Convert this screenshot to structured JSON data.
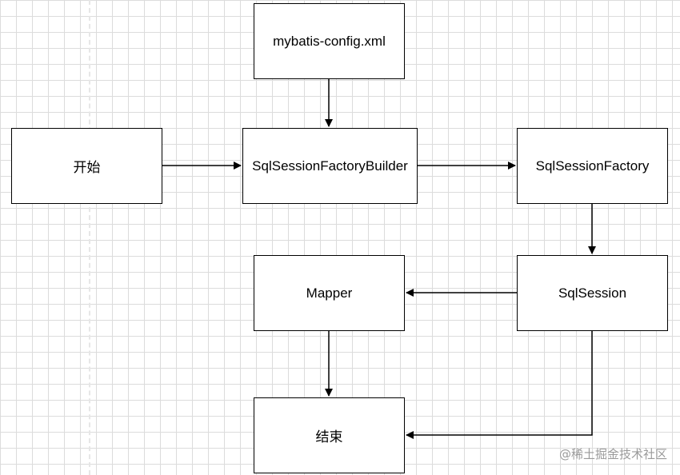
{
  "nodes": {
    "config": "mybatis-config.xml",
    "start": "开始",
    "builder": "SqlSessionFactoryBuilder",
    "factory": "SqlSessionFactory",
    "session": "SqlSession",
    "mapper": "Mapper",
    "end": "结束"
  },
  "edges": [
    {
      "from": "mybatis-config.xml",
      "to": "SqlSessionFactoryBuilder"
    },
    {
      "from": "开始",
      "to": "SqlSessionFactoryBuilder"
    },
    {
      "from": "SqlSessionFactoryBuilder",
      "to": "SqlSessionFactory"
    },
    {
      "from": "SqlSessionFactory",
      "to": "SqlSession"
    },
    {
      "from": "SqlSession",
      "to": "Mapper"
    },
    {
      "from": "Mapper",
      "to": "结束"
    },
    {
      "from": "SqlSession",
      "to": "结束"
    }
  ],
  "watermark": "@稀土掘金技术社区"
}
